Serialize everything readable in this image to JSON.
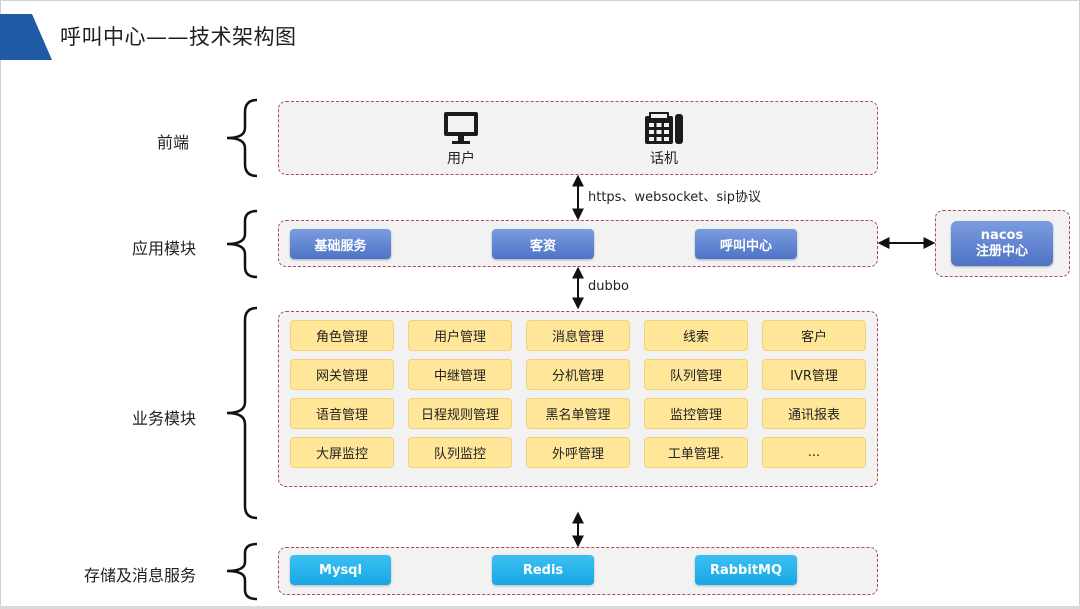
{
  "title": "呼叫中心——技术架构图",
  "layers": {
    "frontend": "前端",
    "app": "应用模块",
    "business": "业务模块",
    "storage": "存储及消息服务"
  },
  "frontend": {
    "user_label": "用户",
    "user_icon": "monitor-icon",
    "phone_label": "话机",
    "phone_icon": "desk-phone-icon"
  },
  "connectors": {
    "protocols": "https、websocket、sip协议",
    "rpc": "dubbo"
  },
  "app_modules": [
    "基础服务",
    "客资",
    "呼叫中心"
  ],
  "registry": {
    "line1": "nacos",
    "line2": "注册中心"
  },
  "business_modules": [
    [
      "角色管理",
      "用户管理",
      "消息管理",
      "线索",
      "客户"
    ],
    [
      "网关管理",
      "中继管理",
      "分机管理",
      "队列管理",
      "IVR管理"
    ],
    [
      "语音管理",
      "日程规则管理",
      "黑名单管理",
      "监控管理",
      "通讯报表"
    ],
    [
      "大屏监控",
      "队列监控",
      "外呼管理",
      "工单管理.",
      "..."
    ]
  ],
  "storage": [
    "Mysql",
    "Redis",
    "RabbitMQ"
  ],
  "colors": {
    "title_band": "#1f5aa6",
    "group_border": "#b5435c",
    "group_fill": "#f2f2f2",
    "module_blue": "#5b7fd0",
    "business_yellow": "#ffe699",
    "storage_cyan": "#1fb0ec"
  }
}
